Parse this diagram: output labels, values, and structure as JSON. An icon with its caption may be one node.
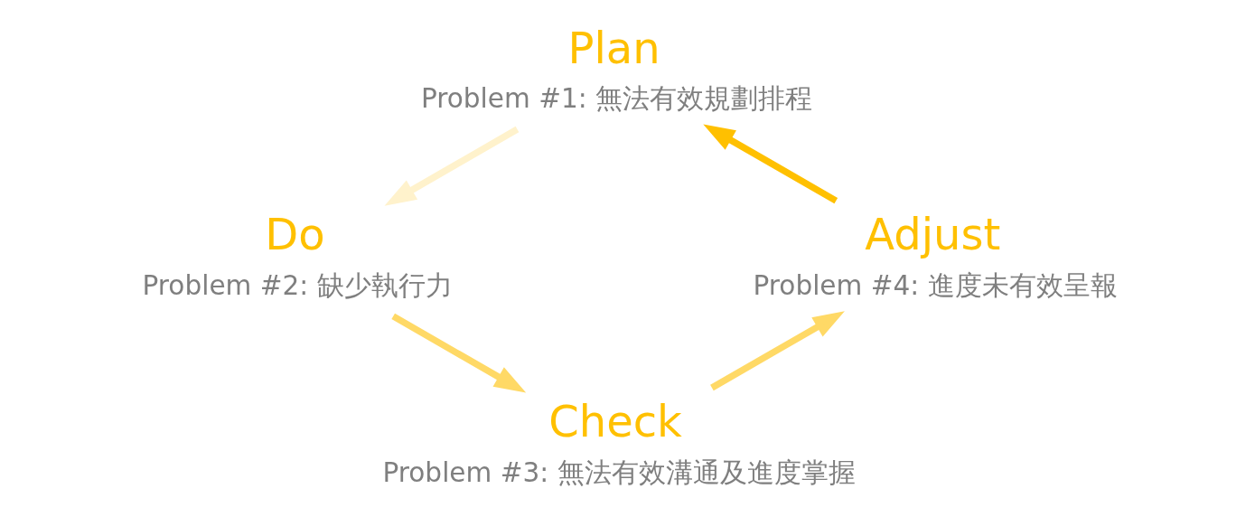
{
  "diagram": {
    "nodes": [
      {
        "text": [
          "Plan"
        ],
        "beside": [
          "Problem #1: 無法有效規劃排程"
        ]
      },
      {
        "text": [
          "Do"
        ],
        "beside": [
          "Problem #2: 缺少執行力"
        ]
      },
      {
        "text": [
          "Check"
        ],
        "beside": [
          "Problem #3: 無法有效溝通及進度掌握"
        ]
      },
      {
        "text": [
          "Adjust"
        ],
        "beside": [
          "Problem #4: 進度未有效呈報"
        ]
      }
    ],
    "edges": [
      {
        "from": 0,
        "to": 1,
        "arrow": "to",
        "color": "#fff2cc"
      },
      {
        "from": 1,
        "to": 2,
        "arrow": "to",
        "color": "#ffd966"
      },
      {
        "from": 2,
        "to": 3,
        "arrow": "to",
        "color": "#ffd966"
      },
      {
        "from": 3,
        "to": 0,
        "arrow": "to",
        "color": "#ffc000"
      }
    ]
  }
}
